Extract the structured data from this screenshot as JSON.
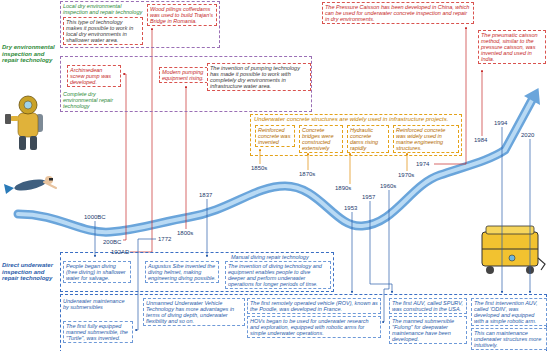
{
  "diagram": {
    "nodes": [
      {
        "text": [
          "Local dry environmental inspection and repair technology"
        ]
      },
      {
        "text": [
          "This type of technology makes it possible to work in local dry environments in shallower water area."
        ],
        "in": 0
      },
      {
        "text": [
          "Wood pilings cofferdams was used to build Trajan's Bridge in Romania."
        ],
        "in": 0
      },
      {
        "text": [
          "The Pressure Caisson has been developed in China, which can be used for underwater concrete inspection and repair in dry environments."
        ]
      },
      {
        "text": [
          "The pneumatic caisson method, similar to the pressure caisson, was invented and used in India."
        ]
      },
      {
        "text": [
          "Complete dry environmental repair technology"
        ]
      },
      {
        "text": [
          "Archimedean screw pump was developed."
        ],
        "in": 5
      },
      {
        "text": [
          "Modern pumping equipment rising."
        ],
        "in": 5
      },
      {
        "text": [
          "The invention of pumping technology has made it possible to work with completely dry environments in infrastructure water area."
        ],
        "in": 5
      },
      {
        "text": [
          "Underwater concrete structures are widely used in infrastructure projects."
        ]
      },
      {
        "text": [
          "Reinforced concrete was invented"
        ],
        "in": 9
      },
      {
        "text": [
          "Concrete bridges were constructed extensively"
        ],
        "in": 9
      },
      {
        "text": [
          "Hydraulic concrete dams rising rapidly"
        ],
        "in": 9
      },
      {
        "text": [
          "Reinforced concrete was widely used in marine engineering structures."
        ],
        "in": 9
      },
      {
        "text": [
          "Manual diving repair technology"
        ]
      },
      {
        "text": [
          "People began diving (free diving) in shallower water for salvage."
        ],
        "in": 14
      },
      {
        "text": [
          "Augustus Sibe invented the diving helmet, making engineering diving possible."
        ],
        "in": 14
      },
      {
        "text": [
          "The invention of diving technology and equipment enables people to dive deeper and perform underwater operations for longer periods of time."
        ],
        "in": 14
      },
      {
        "text": [
          "Underwater maintenance by submersibles"
        ]
      },
      {
        "text": [
          "Unmanned Underwater Vehicle Technology has more advantages in terms of diving depth, underwater flexibility and so on."
        ],
        "in": 18
      },
      {
        "text": [
          "The first fully equipped manned submersible, the \"Turtle\", was invented."
        ],
        "in": 18
      },
      {
        "text": [
          "The first remotely operated vehicle (ROV), known as the Poodle, was developed in France."
        ],
        "in": 18
      },
      {
        "text": [
          "HOVs began to be used for underwater research and exploration, equipped with robotic arms for simple underwater operations."
        ],
        "in": 18
      },
      {
        "text": [
          "The first AUV, called SPURV, was constructed in the USA."
        ],
        "in": 18
      },
      {
        "text": [
          "The manned submersible \"Fulong\" for deepwater maintenance have been developed."
        ],
        "in": 18
      },
      {
        "text": [
          "The first intervention AUV, called 'ODIN', was developed and equipped with a simple robotic arm."
        ],
        "in": 18
      },
      {
        "text": [
          "This can maintenance underwater structures more intuitively."
        ],
        "in": 18
      }
    ],
    "labels": [
      "Dry environmental inspection and repair technology",
      "Direct underwater inspection and repair technology",
      "1000BC",
      "200BC",
      "102AD",
      "1772",
      "1800s",
      "1837",
      "1850s",
      "1870s",
      "1890s",
      "1953",
      "1957",
      "1960s",
      "1970s",
      "1974",
      "1984",
      "1994",
      "2020"
    ]
  }
}
